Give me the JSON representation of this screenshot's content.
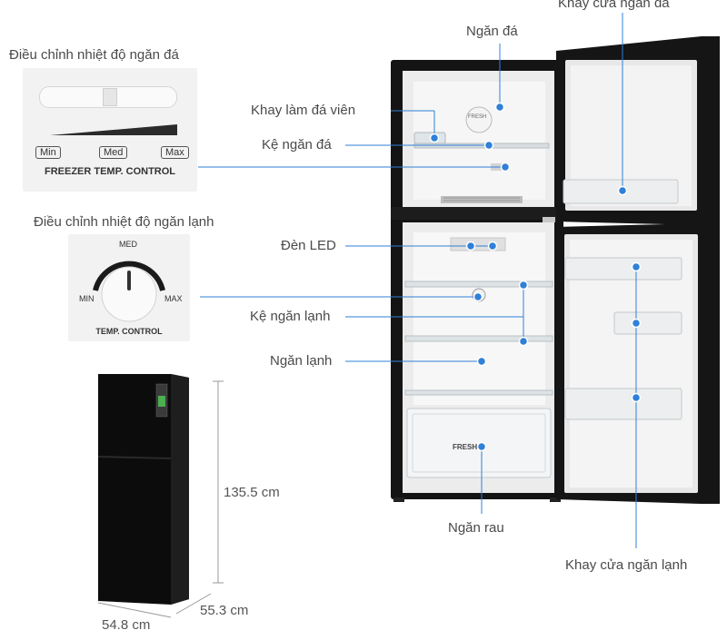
{
  "freezer_control": {
    "title": "Điều chỉnh nhiệt độ ngăn đá",
    "min": "Min",
    "med": "Med",
    "max": "Max",
    "caption": "FREEZER TEMP. CONTROL"
  },
  "fridge_control": {
    "title": "Điều chỉnh nhiệt độ ngăn lạnh",
    "med": "MED",
    "min": "MIN",
    "max": "MAX",
    "caption": "TEMP. CONTROL"
  },
  "parts": {
    "freezer_door_tray": "Khay cửa ngăn đá",
    "freezer": "Ngăn đá",
    "ice_tray": "Khay làm đá viên",
    "freezer_shelf": "Kệ ngăn đá",
    "led": "Đèn LED",
    "fridge_shelf": "Kệ ngăn lạnh",
    "fridge": "Ngăn lạnh",
    "vegetable": "Ngăn rau",
    "fridge_door_tray": "Khay cửa ngăn lạnh"
  },
  "dimensions": {
    "height": "135.5 cm",
    "depth": "55.3 cm",
    "width": "54.8 cm"
  },
  "interior_text": {
    "fresh_top": "FRESH",
    "fresh_drawer": "FRESH"
  },
  "colors": {
    "accent": "#2f80d8",
    "body": "#111111",
    "interior": "#eeeeee"
  }
}
